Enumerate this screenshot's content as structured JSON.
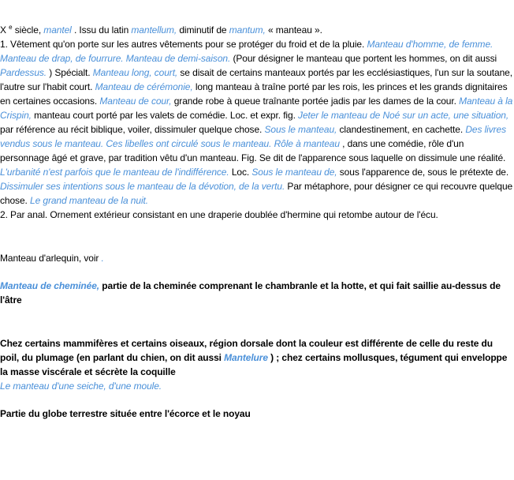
{
  "colors": {
    "link": "#4a90d9",
    "text": "#000000"
  },
  "blocks": [
    {
      "name": "etymology-and-sense-1",
      "bold": false,
      "segments": [
        {
          "t": "X "
        },
        {
          "t": "e",
          "sup": true
        },
        {
          "t": " siècle, "
        },
        {
          "t": "mantel",
          "link": true
        },
        {
          "t": " . Issu du latin "
        },
        {
          "t": "mantellum,",
          "link": true
        },
        {
          "t": " diminutif de "
        },
        {
          "t": "mantum,",
          "link": true
        },
        {
          "t": " « manteau ».",
          "br": true
        },
        {
          "t": "1. Vêtement qu'on porte sur les autres vêtements pour se protéger du froid et de la pluie. "
        },
        {
          "t": "Manteau d'homme, de femme. Manteau de drap, de fourrure. Manteau de demi-saison.",
          "link": true
        },
        {
          "t": " (Pour désigner le manteau que portent les hommes, on dit aussi "
        },
        {
          "t": "Pardessus.",
          "link": true
        },
        {
          "t": " ) Spécialt. "
        },
        {
          "t": "Manteau long, court,",
          "link": true
        },
        {
          "t": " se disait de certains manteaux portés par les ecclésiastiques, l'un sur la soutane, l'autre sur l'habit court. "
        },
        {
          "t": "Manteau de cérémonie,",
          "link": true
        },
        {
          "t": " long manteau à traîne porté par les rois, les princes et les grands dignitaires en certaines occasions. "
        },
        {
          "t": "Manteau de cour,",
          "link": true
        },
        {
          "t": " grande robe à queue traînante portée jadis par les dames de la cour. "
        },
        {
          "t": "Manteau à la Crispin,",
          "link": true
        },
        {
          "t": " manteau court porté par les valets de comédie. Loc. et expr. fig. "
        },
        {
          "t": "Jeter le manteau de Noé sur un acte, une situation,",
          "link": true
        },
        {
          "t": " par référence au récit biblique, voiler, dissimuler quelque chose. "
        },
        {
          "t": "Sous le manteau,",
          "link": true
        },
        {
          "t": " clandestinement, en cachette. "
        },
        {
          "t": "Des livres vendus sous le manteau. Ces libelles ont circulé sous le manteau. Rôle à manteau",
          "link": true
        },
        {
          "t": " , dans une comédie, rôle d'un personnage âgé et grave, par tradition vêtu d'un manteau. Fig. Se dit de l'apparence sous laquelle on dissimule une réalité. "
        },
        {
          "t": "L'urbanité n'est parfois que le manteau de l'indifférence.",
          "link": true
        },
        {
          "t": " Loc. "
        },
        {
          "t": "Sous le manteau de,",
          "link": true
        },
        {
          "t": " sous l'apparence de, sous le prétexte de. "
        },
        {
          "t": "Dissimuler ses intentions sous le manteau de la dévotion, de la vertu.",
          "link": true
        },
        {
          "t": " Par métaphore, pour désigner ce qui recouvre quelque chose. "
        },
        {
          "t": "Le grand manteau de la nuit.",
          "link": true,
          "br": true
        },
        {
          "t": "2. Par anal. Ornement extérieur consistant en une draperie doublée d'hermine qui retombe autour de l'écu."
        }
      ]
    },
    {
      "name": "arlequin-note",
      "bold": false,
      "segments": [
        {
          "t": "Manteau d'arlequin, voir "
        },
        {
          "t": ".",
          "link": true
        }
      ]
    },
    {
      "name": "cheminee-definition",
      "bold": true,
      "segments": [
        {
          "t": "Manteau de cheminée,",
          "link": true
        },
        {
          "t": " partie de la cheminée comprenant le chambranle et la hotte, et qui fait saillie au-dessus de l'âtre"
        }
      ]
    },
    {
      "name": "zoology-definition",
      "bold": true,
      "segments": [
        {
          "t": "Chez certains mammifères et certains oiseaux, région dorsale dont la couleur est différente de celle du reste du poil, du plumage (en parlant du chien, on dit aussi "
        },
        {
          "t": "Mantelure",
          "link": true
        },
        {
          "t": " ) ; chez certains mollusques, tégument qui enveloppe la masse viscérale et sécrète la coquille"
        }
      ]
    },
    {
      "name": "zoology-example",
      "bold": false,
      "segments": [
        {
          "t": "Le manteau d'une seiche, d'une moule.",
          "link": true
        }
      ]
    },
    {
      "name": "geology-definition",
      "bold": true,
      "segments": [
        {
          "t": "Partie du globe terrestre située entre l'écorce et le noyau"
        }
      ]
    }
  ]
}
